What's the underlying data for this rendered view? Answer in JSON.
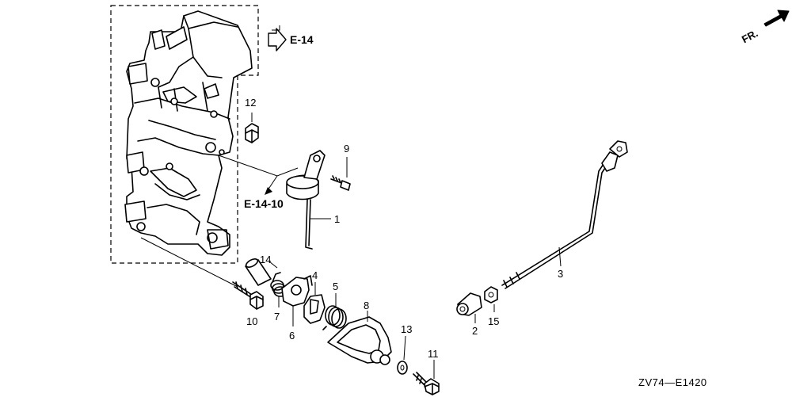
{
  "diagram": {
    "drawing_code": "ZV74—E1420",
    "direction": {
      "label": "FR.",
      "icon": "front-direction-arrow-icon"
    },
    "references": [
      {
        "id": "ref-e14",
        "label": "E-14"
      },
      {
        "id": "ref-e14-10",
        "label": "E-14-10"
      }
    ],
    "callouts": [
      {
        "id": "1",
        "label": "1",
        "part": "rod-linkage"
      },
      {
        "id": "2",
        "label": "2",
        "part": "rod-end-joint"
      },
      {
        "id": "3",
        "label": "3",
        "part": "throttle-rod"
      },
      {
        "id": "4",
        "label": "4",
        "part": "cam-plate"
      },
      {
        "id": "5",
        "label": "5",
        "part": "torsion-spring"
      },
      {
        "id": "6",
        "label": "6",
        "part": "lever"
      },
      {
        "id": "7",
        "label": "7",
        "part": "return-spring"
      },
      {
        "id": "8",
        "label": "8",
        "part": "throttle-arm"
      },
      {
        "id": "9",
        "label": "9",
        "part": "screw"
      },
      {
        "id": "10",
        "label": "10",
        "part": "long-bolt"
      },
      {
        "id": "11",
        "label": "11",
        "part": "flange-bolt"
      },
      {
        "id": "12",
        "label": "12",
        "part": "nut-cap"
      },
      {
        "id": "13",
        "label": "13",
        "part": "washer"
      },
      {
        "id": "14",
        "label": "14",
        "part": "collar"
      },
      {
        "id": "15",
        "label": "15",
        "part": "nut"
      }
    ]
  }
}
